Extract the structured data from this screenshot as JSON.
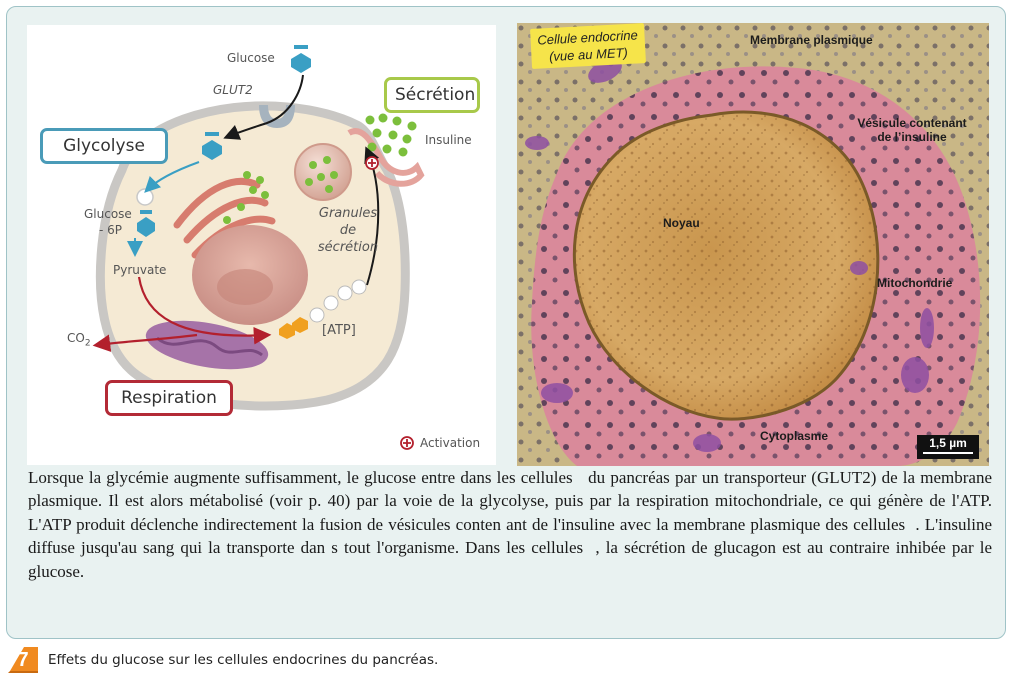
{
  "schema": {
    "glucose": "Glucose",
    "glut2": "GLUT2",
    "secretion": "Sécrétion",
    "insuline": "Insuline",
    "glycolyse": "Glycolyse",
    "glucose6p_line1": "Glucose",
    "glucose6p_line2": "- 6P",
    "pyruvate": "Pyruvate",
    "granules_line1": "Granules",
    "granules_line2": "de",
    "granules_line3": "sécrétion",
    "co2": "CO",
    "co2_sub": "2",
    "atp": "ATP",
    "respiration": "Respiration",
    "activation": "Activation",
    "colors": {
      "glycolyse_border": "#4a9bb8",
      "secretion_border": "#a8c94a",
      "respiration_border": "#b32a36",
      "arrow_blue": "#3a9fc4",
      "arrow_red": "#b3202d",
      "granule_green": "#7cbf3c"
    }
  },
  "micrograph": {
    "tag": "Cellule endocrine (vue au MET)",
    "membrane": "Membrane plasmique",
    "vesicule_line1": "Vésicule contenant",
    "vesicule_line2": "de l’insuline",
    "noyau": "Noyau",
    "mitochondrie": "Mitochondrie",
    "cytoplasme": "Cytoplasme",
    "scale": "1,5 µm"
  },
  "paragraph": "Lorsque la glycémie augmente suffisamment, le glucose entre dans les cellules   du pancréas par un transporteur (GLUT2) de la membrane plasmique. Il est alors métabolisé (voir p. 40) par la voie de la glycolyse, puis par la respira­tion mitochondriale, ce qui génère de l'ATP. L'ATP produit déclenche indirectement la fusion de vésicules conten ant de l'insuline avec la membrane plasmique des cellules  . L'insuline diffuse jusqu'au sang qui la transporte dan s tout l'organisme. Dans les cellules  , la sécrétion de glucagon est au contraire inhibée par le glucose.",
  "caption": {
    "number": "7",
    "text": "Effets du glucose sur les cellules endocrines du pancréas."
  }
}
